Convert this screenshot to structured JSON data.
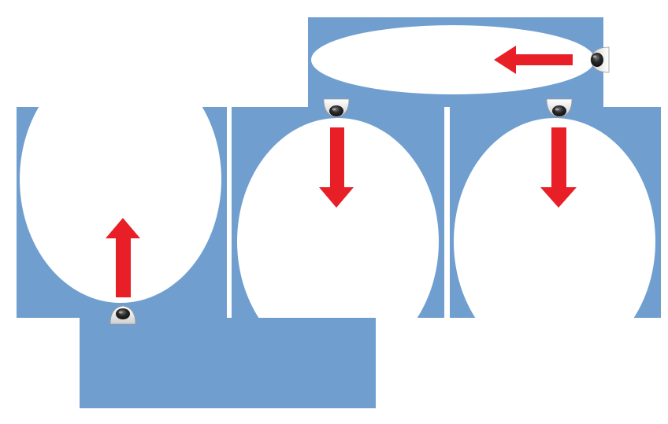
{
  "colors": {
    "panel": "#709fcf",
    "coverage": "#ffffff",
    "arrow": "#e81f27",
    "camera_body": "#f2f2f2",
    "camera_dome": "#1a1a1a"
  },
  "zones": [
    {
      "id": "top-right",
      "camera": "right-wall",
      "direction": "left"
    },
    {
      "id": "left",
      "camera": "floor",
      "direction": "up"
    },
    {
      "id": "middle",
      "camera": "ceiling",
      "direction": "down"
    },
    {
      "id": "right",
      "camera": "ceiling",
      "direction": "down"
    }
  ],
  "icons": {
    "camera": "dome-camera-icon",
    "arrow": "arrow-icon"
  }
}
